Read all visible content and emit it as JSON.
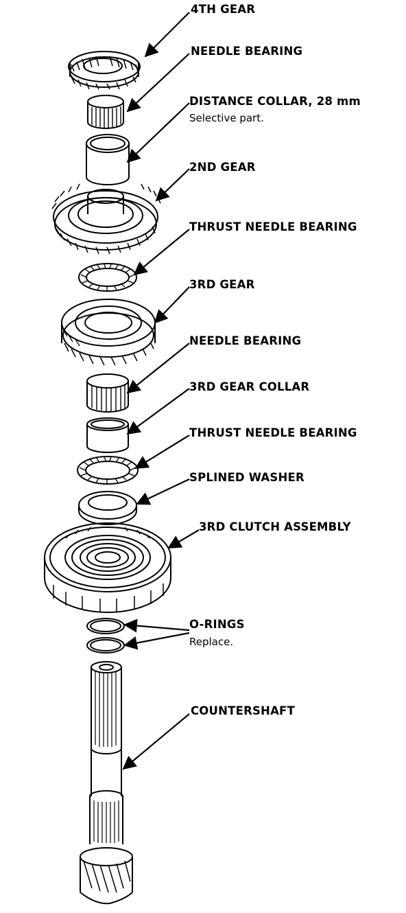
{
  "labels": {
    "gear4": "4TH GEAR",
    "needle1": "NEEDLE BEARING",
    "collar28": "DISTANCE COLLAR, 28 mm",
    "collar28_note": "Selective part.",
    "gear2": "2ND GEAR",
    "thrust1": "THRUST NEEDLE BEARING",
    "gear3": "3RD GEAR",
    "needle2": "NEEDLE BEARING",
    "gear3collar": "3RD GEAR COLLAR",
    "thrust2": "THRUST NEEDLE BEARING",
    "washer": "SPLINED WASHER",
    "clutch": "3RD CLUTCH ASSEMBLY",
    "orings": "O-RINGS",
    "orings_note": "Replace.",
    "shaft": "COUNTERSHAFT"
  }
}
